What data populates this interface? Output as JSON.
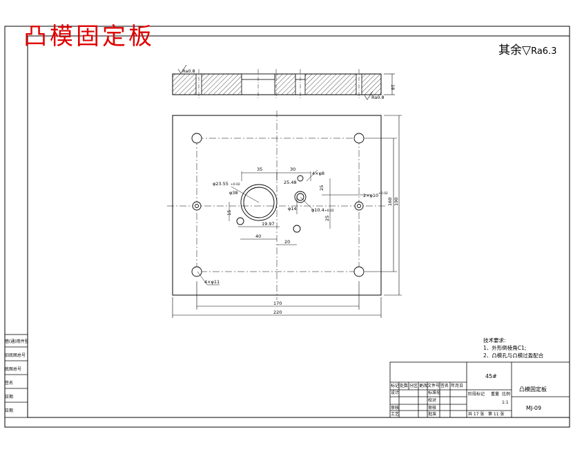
{
  "header": {
    "title": "凸模固定板",
    "roughness_prefix": "其余",
    "roughness_value": "Ra6.3"
  },
  "left_strip": [
    "借(通)用件登记",
    "旧底图总号",
    "底图总号",
    "签名",
    "日期",
    "日期"
  ],
  "section_view": {
    "roughness_left": "Ra0.8",
    "roughness_right": "Ra0.8",
    "thickness": "18"
  },
  "dimensions": {
    "d35": "35",
    "d30": "30",
    "hole_4x": "4×φ8",
    "d23": "φ23.55",
    "d23_tol": "+0.02",
    "d38": "φ38",
    "d25_48": "25.48",
    "d25": "25",
    "d15": "15",
    "d14": "φ14",
    "d10": "φ10.4",
    "d10_tol": "+0.02",
    "d19": "19.97",
    "d25b": "25",
    "d40": "40",
    "d20": "20",
    "pin": "2×φ10",
    "pin_tol": "+0.02",
    "d160": "160",
    "d190": "190",
    "screw": "4×φ11",
    "d170": "170",
    "d220": "220"
  },
  "notes": {
    "heading": "技术要求:",
    "items": [
      "1、外形倒棱角C1;",
      "2、凸模孔与凸模过盈配合"
    ]
  },
  "title_block": {
    "material": "45#",
    "part_name": "凸模固定板",
    "drawing_no": "MJ-09",
    "scale_label": "比例",
    "scale": "1:1",
    "headers": [
      "标记",
      "处数",
      "分区",
      "更改文件号",
      "签名",
      "年月日"
    ],
    "design": "设计",
    "standard": "标准化",
    "review": "审核",
    "craft": "工艺",
    "approve": "批准",
    "stage": "阶段标记",
    "weight": "重量",
    "proofread": "校对",
    "audit": "审核",
    "sheet_total": "共 17 张",
    "sheet_no": "第 11 张"
  },
  "colors": {
    "title": "#e00000",
    "line": "#000000"
  }
}
